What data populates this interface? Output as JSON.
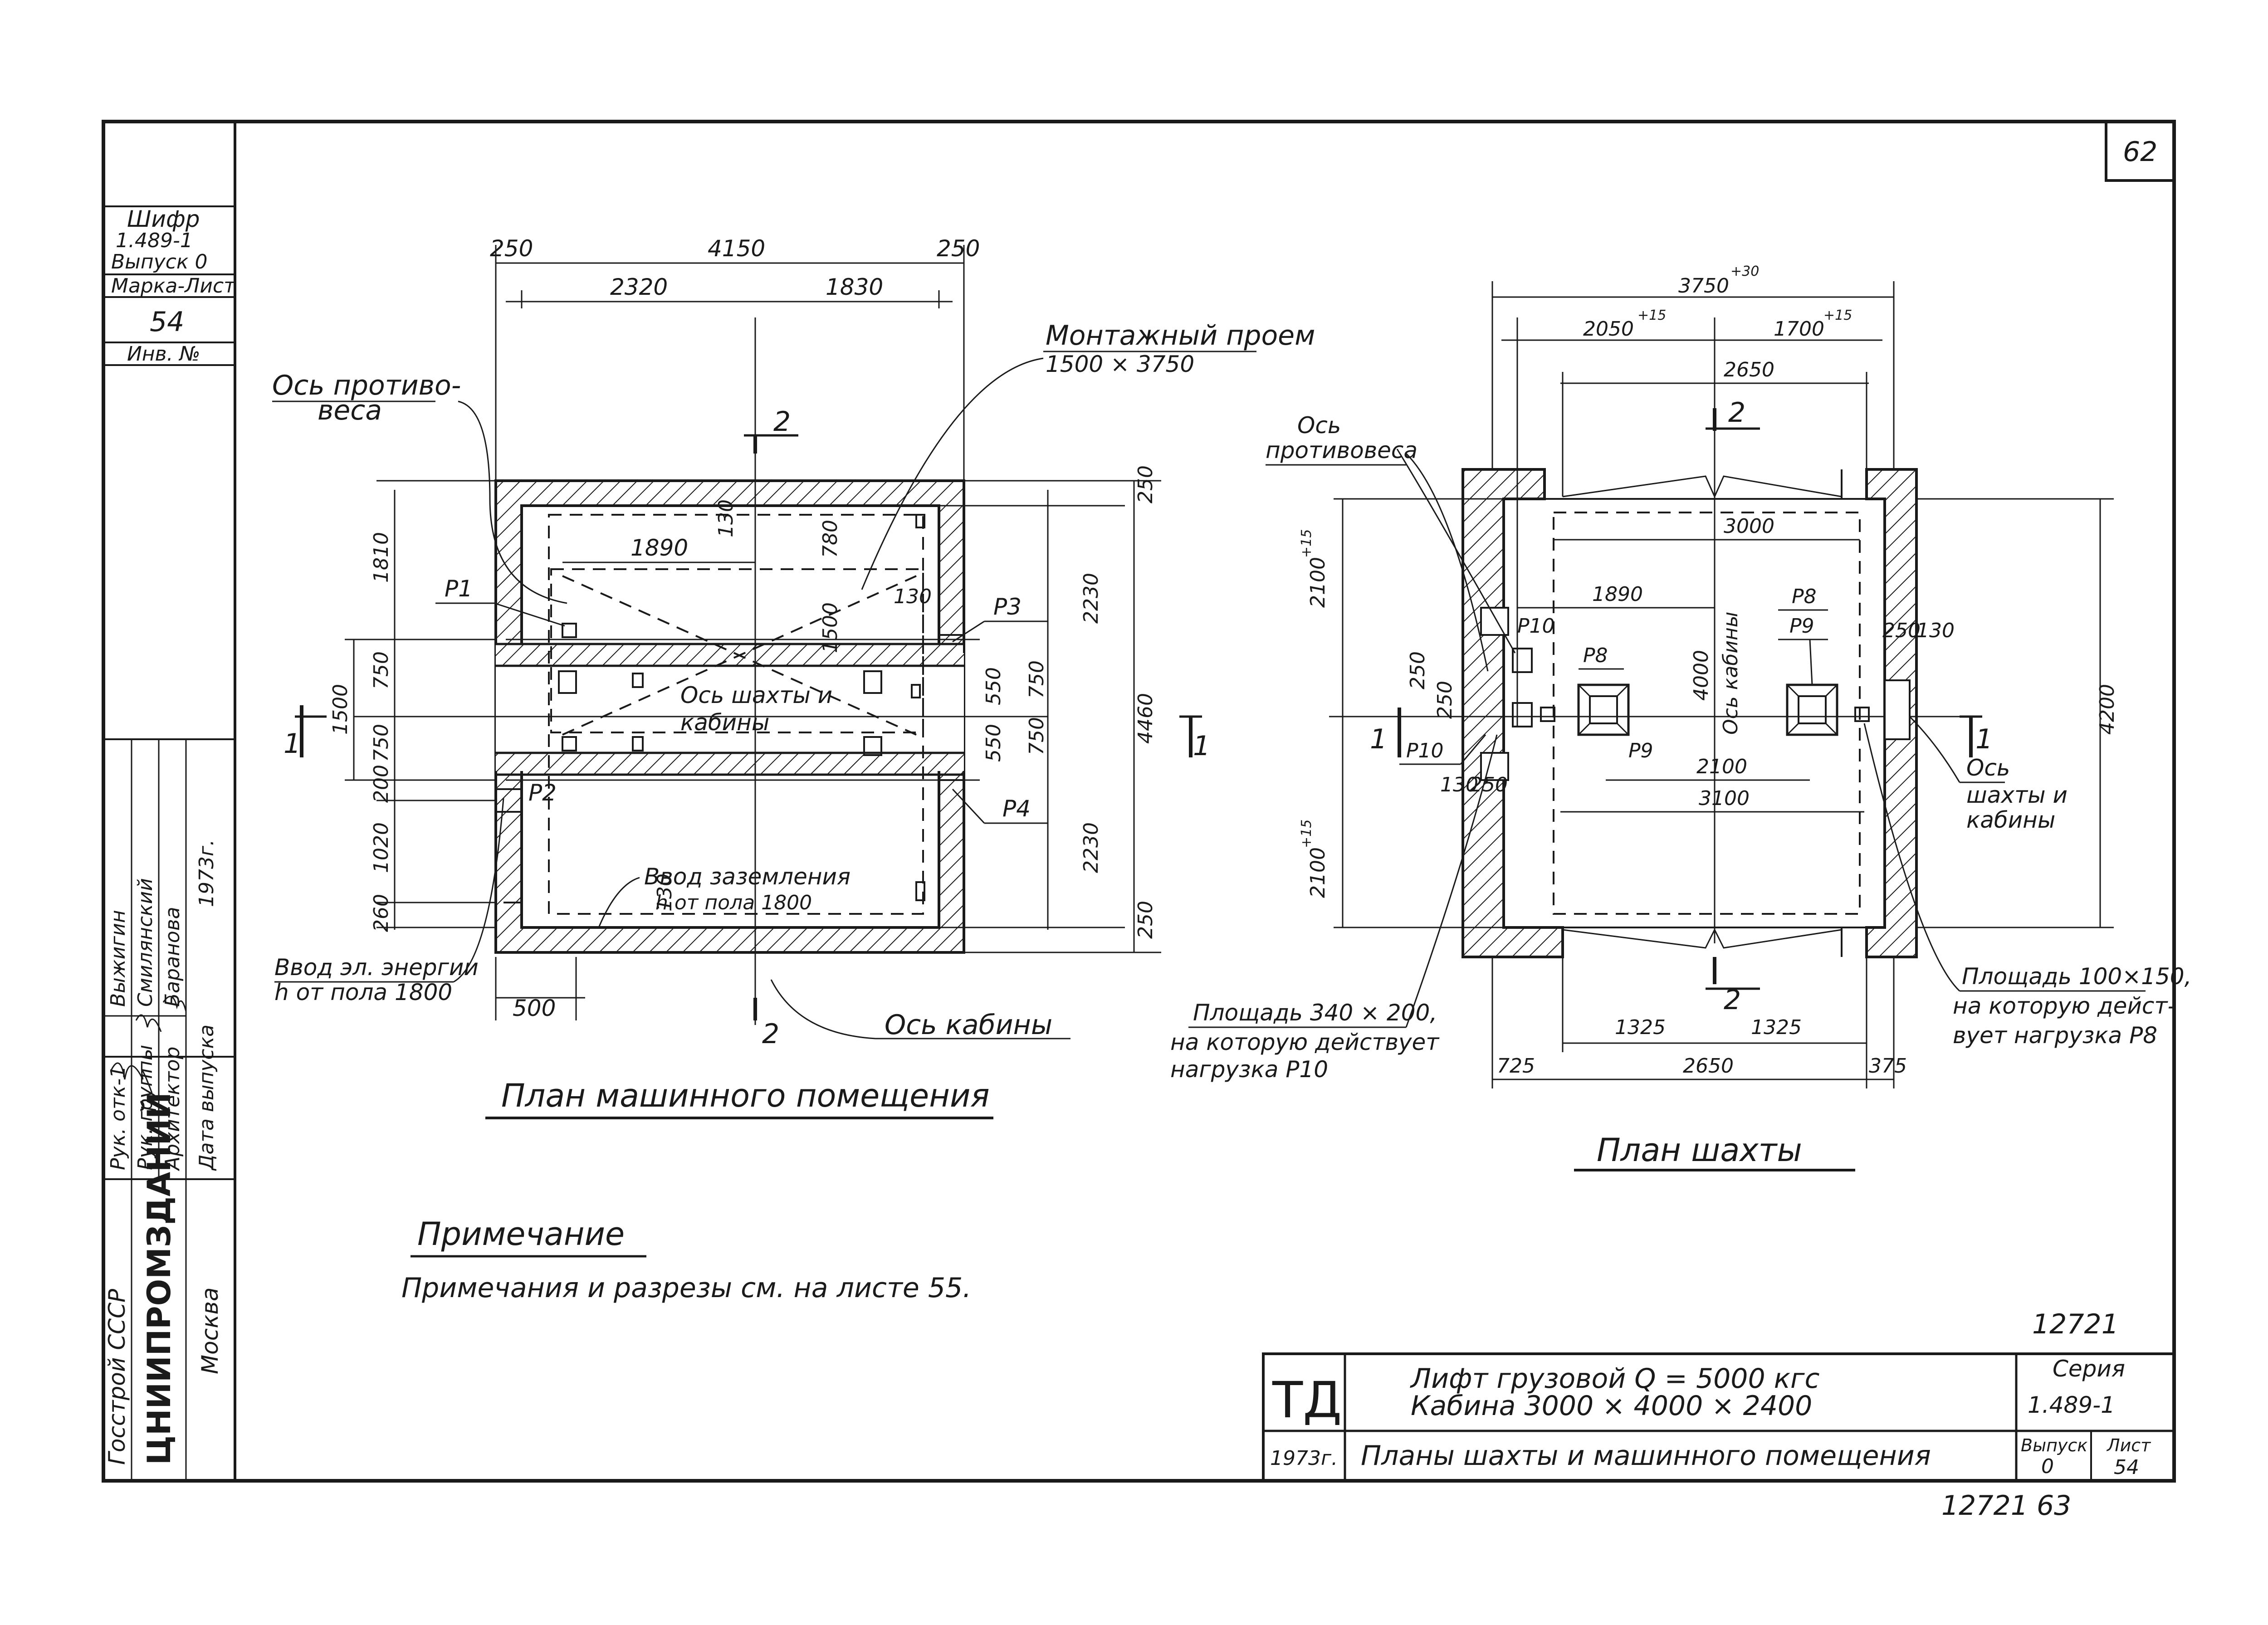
{
  "sheet_number": "62",
  "side_stamp": {
    "cipher_label": "Шифр",
    "series_line": "1.489-1",
    "issue_line": "Выпуск 0",
    "mark_sheet_label": "Марка-Лист",
    "mark_sheet_value": "54",
    "inv_label": "Инв. №",
    "roles": [
      "Рук. отк-1",
      "Рук. группы",
      "Архитектор"
    ],
    "names": [
      "Выжигин",
      "Смилянский",
      "Баранова"
    ],
    "date_label": "Дата выпуска",
    "date_value": "1973г.",
    "org_top": "Госстрой СССР",
    "org_main": "ЦНИИПРОМЗДАНИЙ",
    "org_city": "Москва"
  },
  "machine_room": {
    "title": "План машинного помещения",
    "dims": {
      "d250a": "250",
      "d4150": "4150",
      "d250b": "250",
      "d2320": "2320",
      "d1830": "1830",
      "d1810": "1810",
      "d750a": "750",
      "d750b": "750",
      "d200": "200",
      "d1020": "1020",
      "d260": "260",
      "d1500": "1500",
      "d250r": "250",
      "d2230a": "2230",
      "d750r1": "750",
      "d750r2": "750",
      "d2230b": "2230",
      "d250r2": "250",
      "d4460": "4460",
      "d1890": "1890",
      "d130a": "130",
      "d780": "780",
      "d1500v": "1500",
      "d130b": "130",
      "d550a": "550",
      "d550b": "550",
      "d130c": "130",
      "d500": "500"
    },
    "labels": {
      "axis_cw_1": "Ось противо-",
      "axis_cw_2": "веса",
      "opening_1": "Монтажный проем",
      "opening_2": "1500 × 3750",
      "shaft_axis_1": "Ось шахты и",
      "shaft_axis_2": "кабины",
      "ground_1": "Ввод заземления",
      "ground_2": "h от пола 1800",
      "power_1": "Ввод эл. энергии",
      "power_2": "h от пола 1800",
      "cabin_axis": "Ось кабины",
      "sec2_top": "2",
      "sec2_bot": "2",
      "sec1_left": "1",
      "sec1_right": "1",
      "p1": "P1",
      "p2": "P2",
      "p3": "P3",
      "p4": "P4"
    }
  },
  "shaft": {
    "title": "План шахты",
    "dims": {
      "d3750": "3750",
      "d3750tol": "+30",
      "d2050": "2050",
      "d2050tol": "+15",
      "d1700": "1700",
      "d1700tol": "+15",
      "d2650top": "2650",
      "d3000": "3000",
      "d1890": "1890",
      "d4000": "4000",
      "d2100": "2100",
      "d3100": "3100",
      "d2100a": "2100",
      "d2100a_tol": "+15",
      "d2100b": "2100",
      "d2100b_tol": "+15",
      "d250a": "250",
      "d250b": "250",
      "d130a": "130",
      "d250c": "250",
      "d250d": "250",
      "d130b": "130",
      "d4200": "4200",
      "d1325a": "1325",
      "d1325b": "1325",
      "d725": "725",
      "d2650bot": "2650",
      "d375": "375"
    },
    "labels": {
      "axis_cw_1": "Ось",
      "axis_cw_2": "противовеса",
      "cabin_axis": "Ось кабины",
      "shaft_axis_1": "Ось",
      "shaft_axis_2": "шахты и",
      "shaft_axis_3": "кабины",
      "p10a": "P10",
      "p8a": "P8",
      "p9a": "P9",
      "p8b": "P8",
      "p9b": "P9",
      "p10b": "P10",
      "area_left_1": "Площадь 340 × 200,",
      "area_left_2": "на которую действует",
      "area_left_3": "нагрузка P10",
      "area_right_1": "Площадь 100×150,",
      "area_right_2": "на которую дейст-",
      "area_right_3": "вует нагрузка P8",
      "sec2_top": "2",
      "sec2_bot": "2",
      "sec1_left": "1",
      "sec1_right": "1"
    }
  },
  "note": {
    "title": "Примечание",
    "text": "Примечания и разрезы см. на листе 55."
  },
  "title_block": {
    "number_top": "12721",
    "logo": "ТД",
    "line1": "Лифт грузовой Q = 5000 кгс",
    "line2": "Кабина 3000 × 4000 × 2400",
    "series_label": "Серия",
    "series_value": "1.489-1",
    "year": "1973г.",
    "sheet_title": "Планы шахты и машинного помещения",
    "issue_label": "Выпуск",
    "issue_value": "0",
    "sheet_label": "Лист",
    "sheet_value": "54",
    "footer": "12721  63"
  },
  "colors": {
    "ink": "#1a1a1a",
    "paper": "#ffffff"
  }
}
